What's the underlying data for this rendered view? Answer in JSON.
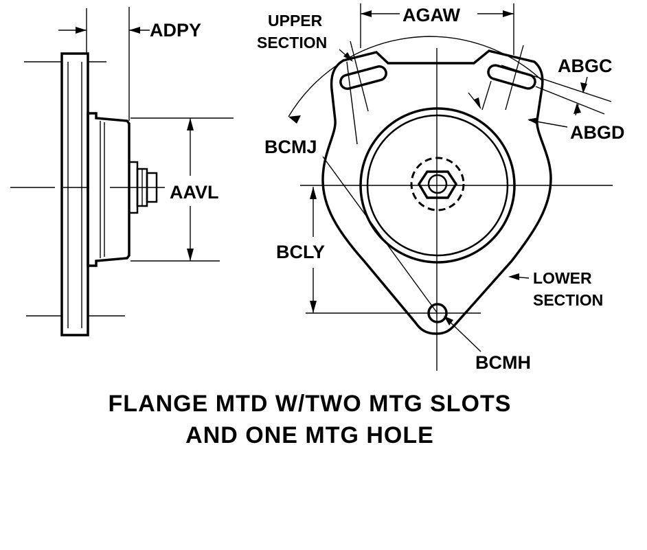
{
  "labels": {
    "adpy": "ADPY",
    "agaw": "AGAW",
    "upper_section_line1": "UPPER",
    "upper_section_line2": "SECTION",
    "abgc": "ABGC",
    "abgd": "ABGD",
    "bcmj": "BCMJ",
    "aavl": "AAVL",
    "bcly": "BCLY",
    "lower_section_line1": "LOWER",
    "lower_section_line2": "SECTION",
    "bcmh": "BCMH"
  },
  "caption": {
    "line1": "FLANGE MTD W/TWO MTG SLOTS",
    "line2": "AND ONE MTG HOLE"
  }
}
